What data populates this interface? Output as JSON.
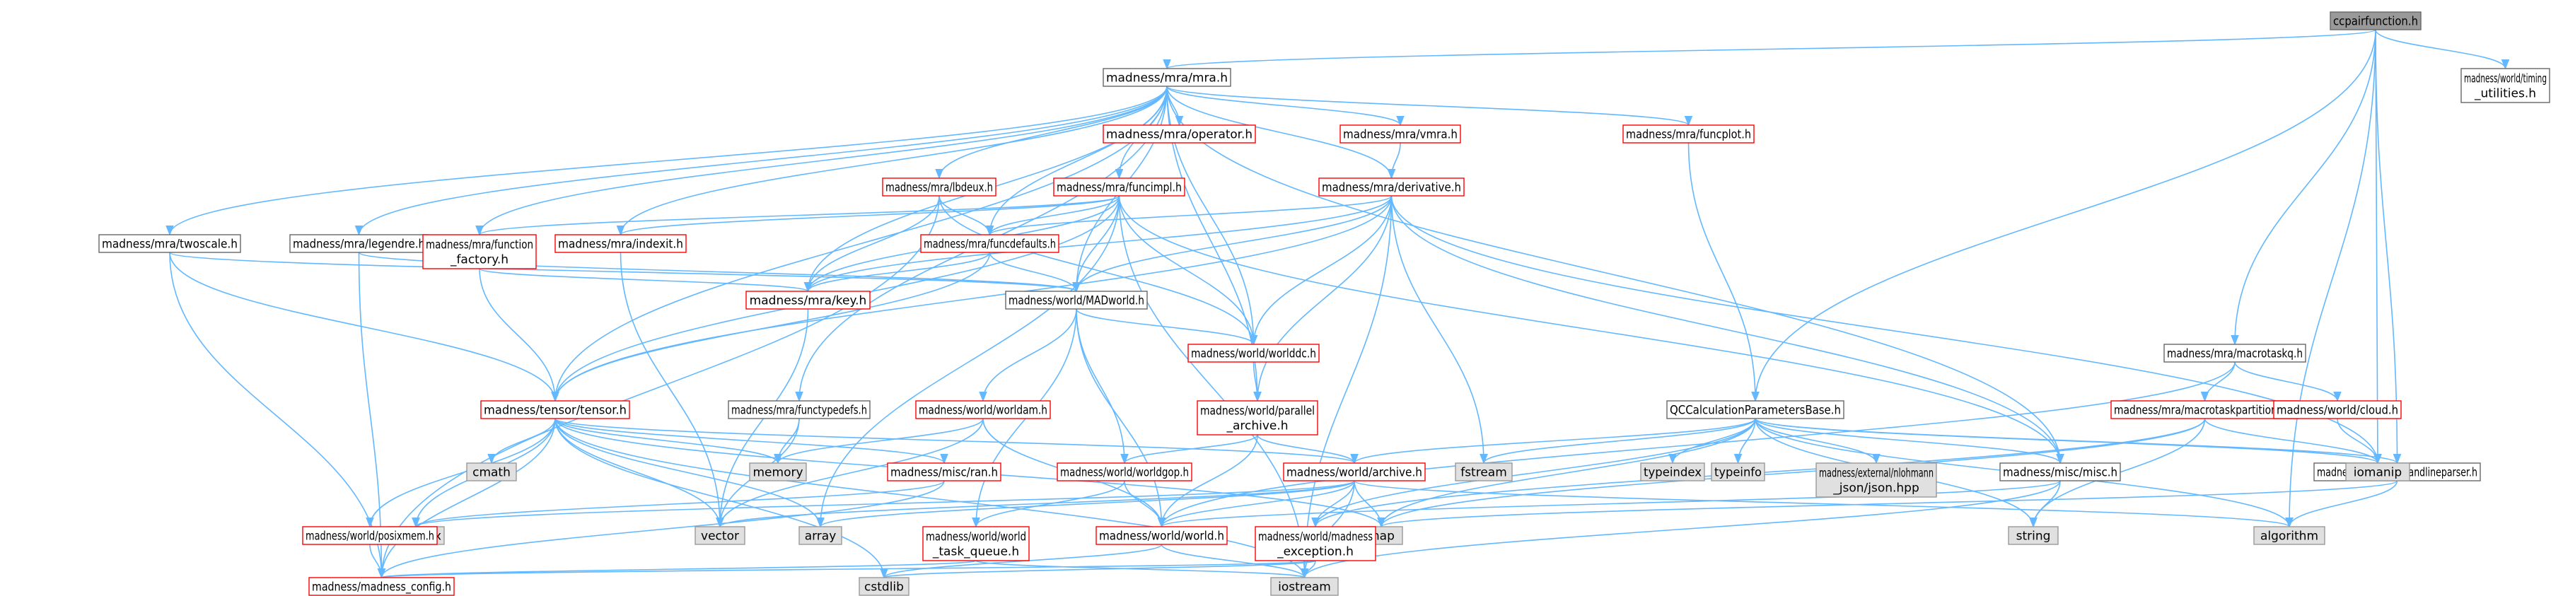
{
  "colors": {
    "edge": "#63b8ff",
    "root_fill": "#999999",
    "root_border": "#666666",
    "documented_fill": "#ffffff",
    "documented_border": "#666666",
    "incomplete_fill": "#ffffff",
    "incomplete_border": "#ff0000",
    "system_fill": "#e0e0e0",
    "system_border": "#999999"
  },
  "nodes": [
    {
      "id": "ccpairfunction",
      "lines": [
        "ccpairfunction.h"
      ],
      "kind": "root"
    },
    {
      "id": "mra",
      "lines": [
        "madness/mra/mra.h"
      ],
      "kind": "documented"
    },
    {
      "id": "timing",
      "lines": [
        "madness/world/timing",
        "_utilities.h"
      ],
      "kind": "documented"
    },
    {
      "id": "operator",
      "lines": [
        "madness/mra/operator.h"
      ],
      "kind": "incomplete"
    },
    {
      "id": "vmra",
      "lines": [
        "madness/mra/vmra.h"
      ],
      "kind": "incomplete"
    },
    {
      "id": "funcplot",
      "lines": [
        "madness/mra/funcplot.h"
      ],
      "kind": "incomplete"
    },
    {
      "id": "lbdeux",
      "lines": [
        "madness/mra/lbdeux.h"
      ],
      "kind": "incomplete"
    },
    {
      "id": "funcimpl",
      "lines": [
        "madness/mra/funcimpl.h"
      ],
      "kind": "incomplete"
    },
    {
      "id": "derivative",
      "lines": [
        "madness/mra/derivative.h"
      ],
      "kind": "incomplete"
    },
    {
      "id": "twoscale",
      "lines": [
        "madness/mra/twoscale.h"
      ],
      "kind": "documented"
    },
    {
      "id": "legendre",
      "lines": [
        "madness/mra/legendre.h"
      ],
      "kind": "documented"
    },
    {
      "id": "funcfactory",
      "lines": [
        "madness/mra/function",
        "_factory.h"
      ],
      "kind": "incomplete"
    },
    {
      "id": "indexit",
      "lines": [
        "madness/mra/indexit.h"
      ],
      "kind": "incomplete"
    },
    {
      "id": "funcdefaults",
      "lines": [
        "madness/mra/funcdefaults.h"
      ],
      "kind": "incomplete"
    },
    {
      "id": "key",
      "lines": [
        "madness/mra/key.h"
      ],
      "kind": "incomplete"
    },
    {
      "id": "madworld",
      "lines": [
        "madness/world/MADworld.h"
      ],
      "kind": "documented"
    },
    {
      "id": "macrotaskq",
      "lines": [
        "madness/mra/macrotaskq.h"
      ],
      "kind": "documented"
    },
    {
      "id": "worlddc",
      "lines": [
        "madness/world/worlddc.h"
      ],
      "kind": "incomplete"
    },
    {
      "id": "tensor",
      "lines": [
        "madness/tensor/tensor.h"
      ],
      "kind": "incomplete"
    },
    {
      "id": "functypedefs",
      "lines": [
        "madness/mra/functypedefs.h"
      ],
      "kind": "documented"
    },
    {
      "id": "worldam",
      "lines": [
        "madness/world/worldam.h"
      ],
      "kind": "incomplete"
    },
    {
      "id": "parallelarchive",
      "lines": [
        "madness/world/parallel",
        "_archive.h"
      ],
      "kind": "incomplete"
    },
    {
      "id": "qccalc",
      "lines": [
        "QCCalculationParametersBase.h"
      ],
      "kind": "documented"
    },
    {
      "id": "mtpartitioner",
      "lines": [
        "madness/mra/macrotaskpartitioner.h"
      ],
      "kind": "incomplete"
    },
    {
      "id": "cloud",
      "lines": [
        "madness/world/cloud.h"
      ],
      "kind": "incomplete"
    },
    {
      "id": "cmath",
      "lines": [
        "cmath"
      ],
      "kind": "system"
    },
    {
      "id": "memory",
      "lines": [
        "memory"
      ],
      "kind": "system"
    },
    {
      "id": "ran",
      "lines": [
        "madness/misc/ran.h"
      ],
      "kind": "incomplete"
    },
    {
      "id": "worldgop",
      "lines": [
        "madness/world/worldgop.h"
      ],
      "kind": "incomplete"
    },
    {
      "id": "archive",
      "lines": [
        "madness/world/archive.h"
      ],
      "kind": "incomplete"
    },
    {
      "id": "fstream",
      "lines": [
        "fstream"
      ],
      "kind": "system"
    },
    {
      "id": "typeindex",
      "lines": [
        "typeindex"
      ],
      "kind": "system"
    },
    {
      "id": "typeinfo",
      "lines": [
        "typeinfo"
      ],
      "kind": "system"
    },
    {
      "id": "json",
      "lines": [
        "madness/external/nlohmann",
        "_json/json.hpp"
      ],
      "kind": "system"
    },
    {
      "id": "misc",
      "lines": [
        "madness/misc/misc.h"
      ],
      "kind": "documented"
    },
    {
      "id": "cmdline",
      "lines": [
        "madness/mra/commandlineparser.h"
      ],
      "kind": "documented"
    },
    {
      "id": "iomanip",
      "lines": [
        "iomanip"
      ],
      "kind": "system"
    },
    {
      "id": "complex",
      "lines": [
        "complex"
      ],
      "kind": "system"
    },
    {
      "id": "posixmem",
      "lines": [
        "madness/world/posixmem.h"
      ],
      "kind": "incomplete"
    },
    {
      "id": "vector",
      "lines": [
        "vector"
      ],
      "kind": "system"
    },
    {
      "id": "array",
      "lines": [
        "array"
      ],
      "kind": "system"
    },
    {
      "id": "worldtaskqueue",
      "lines": [
        "madness/world/world",
        "_task_queue.h"
      ],
      "kind": "incomplete"
    },
    {
      "id": "world",
      "lines": [
        "madness/world/world.h"
      ],
      "kind": "incomplete"
    },
    {
      "id": "map",
      "lines": [
        "map"
      ],
      "kind": "system"
    },
    {
      "id": "madexception",
      "lines": [
        "madness/world/madness",
        "_exception.h"
      ],
      "kind": "incomplete"
    },
    {
      "id": "string",
      "lines": [
        "string"
      ],
      "kind": "system"
    },
    {
      "id": "algorithm",
      "lines": [
        "algorithm"
      ],
      "kind": "system"
    },
    {
      "id": "madconfig",
      "lines": [
        "madness/madness_config.h"
      ],
      "kind": "incomplete"
    },
    {
      "id": "cstdlib",
      "lines": [
        "cstdlib"
      ],
      "kind": "system"
    },
    {
      "id": "iostream",
      "lines": [
        "iostream"
      ],
      "kind": "system"
    }
  ],
  "edges": [
    [
      "ccpairfunction",
      "mra"
    ],
    [
      "ccpairfunction",
      "timing"
    ],
    [
      "ccpairfunction",
      "qccalc"
    ],
    [
      "ccpairfunction",
      "macrotaskq"
    ],
    [
      "ccpairfunction",
      "cmdline"
    ],
    [
      "ccpairfunction",
      "iomanip"
    ],
    [
      "ccpairfunction",
      "algorithm"
    ],
    [
      "mra",
      "operator"
    ],
    [
      "mra",
      "vmra"
    ],
    [
      "mra",
      "funcplot"
    ],
    [
      "mra",
      "lbdeux"
    ],
    [
      "mra",
      "funcimpl"
    ],
    [
      "mra",
      "derivative"
    ],
    [
      "mra",
      "twoscale"
    ],
    [
      "mra",
      "legendre"
    ],
    [
      "mra",
      "funcfactory"
    ],
    [
      "mra",
      "indexit"
    ],
    [
      "mra",
      "funcdefaults"
    ],
    [
      "mra",
      "key"
    ],
    [
      "mra",
      "madworld"
    ],
    [
      "mra",
      "worlddc"
    ],
    [
      "mra",
      "tensor"
    ],
    [
      "mra",
      "functypedefs"
    ],
    [
      "mra",
      "parallelarchive"
    ],
    [
      "mra",
      "misc"
    ],
    [
      "vmra",
      "derivative"
    ],
    [
      "funcplot",
      "qccalc"
    ],
    [
      "lbdeux",
      "funcdefaults"
    ],
    [
      "lbdeux",
      "key"
    ],
    [
      "lbdeux",
      "worlddc"
    ],
    [
      "lbdeux",
      "madconfig"
    ],
    [
      "funcimpl",
      "funcdefaults"
    ],
    [
      "funcimpl",
      "key"
    ],
    [
      "funcimpl",
      "madworld"
    ],
    [
      "funcimpl",
      "indexit"
    ],
    [
      "funcimpl",
      "funcfactory"
    ],
    [
      "funcimpl",
      "tensor"
    ],
    [
      "funcimpl",
      "worlddc"
    ],
    [
      "funcimpl",
      "array"
    ],
    [
      "funcimpl",
      "iostream"
    ],
    [
      "funcimpl",
      "misc"
    ],
    [
      "derivative",
      "funcdefaults"
    ],
    [
      "derivative",
      "key"
    ],
    [
      "derivative",
      "madworld"
    ],
    [
      "derivative",
      "worlddc"
    ],
    [
      "derivative",
      "tensor"
    ],
    [
      "derivative",
      "fstream"
    ],
    [
      "derivative",
      "iostream"
    ],
    [
      "derivative",
      "misc"
    ],
    [
      "derivative",
      "iomanip"
    ],
    [
      "derivative",
      "parallelarchive"
    ],
    [
      "twoscale",
      "tensor"
    ],
    [
      "twoscale",
      "madworld"
    ],
    [
      "twoscale",
      "madconfig"
    ],
    [
      "legendre",
      "madworld"
    ],
    [
      "legendre",
      "madconfig"
    ],
    [
      "funcfactory",
      "key"
    ],
    [
      "funcfactory",
      "tensor"
    ],
    [
      "indexit",
      "vector"
    ],
    [
      "funcdefaults",
      "key"
    ],
    [
      "funcdefaults",
      "madworld"
    ],
    [
      "funcdefaults",
      "tensor"
    ],
    [
      "key",
      "vector"
    ],
    [
      "madworld",
      "worlddc"
    ],
    [
      "madworld",
      "worldam"
    ],
    [
      "madworld",
      "worldgop"
    ],
    [
      "madworld",
      "world"
    ],
    [
      "madworld",
      "worldtaskqueue"
    ],
    [
      "macrotaskq",
      "mtpartitioner"
    ],
    [
      "macrotaskq",
      "cloud"
    ],
    [
      "macrotaskq",
      "world"
    ],
    [
      "worlddc",
      "parallelarchive"
    ],
    [
      "tensor",
      "cmath"
    ],
    [
      "tensor",
      "memory"
    ],
    [
      "tensor",
      "ran"
    ],
    [
      "tensor",
      "posixmem"
    ],
    [
      "tensor",
      "complex"
    ],
    [
      "tensor",
      "vector"
    ],
    [
      "tensor",
      "array"
    ],
    [
      "tensor",
      "madconfig"
    ],
    [
      "tensor",
      "archive"
    ],
    [
      "tensor",
      "cstdlib"
    ],
    [
      "tensor",
      "iostream"
    ],
    [
      "tensor",
      "map"
    ],
    [
      "functypedefs",
      "memory"
    ],
    [
      "functypedefs",
      "vector"
    ],
    [
      "worldam",
      "memory"
    ],
    [
      "worldam",
      "vector"
    ],
    [
      "worldam",
      "world"
    ],
    [
      "parallelarchive",
      "archive"
    ],
    [
      "parallelarchive",
      "worldgop"
    ],
    [
      "parallelarchive",
      "world"
    ],
    [
      "qccalc",
      "archive"
    ],
    [
      "qccalc",
      "fstream"
    ],
    [
      "qccalc",
      "typeindex"
    ],
    [
      "qccalc",
      "typeinfo"
    ],
    [
      "qccalc",
      "json"
    ],
    [
      "qccalc",
      "misc"
    ],
    [
      "qccalc",
      "iomanip"
    ],
    [
      "qccalc",
      "cmdline"
    ],
    [
      "qccalc",
      "madexception"
    ],
    [
      "qccalc",
      "map"
    ],
    [
      "qccalc",
      "string"
    ],
    [
      "qccalc",
      "algorithm"
    ],
    [
      "mtpartitioner",
      "iomanip"
    ],
    [
      "mtpartitioner",
      "string"
    ],
    [
      "mtpartitioner",
      "madexception"
    ],
    [
      "mtpartitioner",
      "map"
    ],
    [
      "cloud",
      "iomanip"
    ],
    [
      "ran",
      "complex"
    ],
    [
      "ran",
      "madconfig"
    ],
    [
      "worldgop",
      "world"
    ],
    [
      "worldgop",
      "worldtaskqueue"
    ],
    [
      "archive",
      "complex"
    ],
    [
      "archive",
      "vector"
    ],
    [
      "archive",
      "array"
    ],
    [
      "archive",
      "map"
    ],
    [
      "archive",
      "madexception"
    ],
    [
      "archive",
      "iostream"
    ],
    [
      "archive",
      "world"
    ],
    [
      "archive",
      "algorithm"
    ],
    [
      "misc",
      "string"
    ],
    [
      "misc",
      "iostream"
    ],
    [
      "misc",
      "world"
    ],
    [
      "cmdline",
      "algorithm"
    ],
    [
      "cmdline",
      "map"
    ],
    [
      "posixmem",
      "madconfig"
    ],
    [
      "worldtaskqueue",
      "madconfig"
    ],
    [
      "worldtaskqueue",
      "iostream"
    ],
    [
      "world",
      "iostream"
    ],
    [
      "world",
      "cstdlib"
    ],
    [
      "madexception",
      "madconfig"
    ],
    [
      "madexception",
      "iostream"
    ],
    [
      "madexception",
      "cstdlib"
    ]
  ]
}
